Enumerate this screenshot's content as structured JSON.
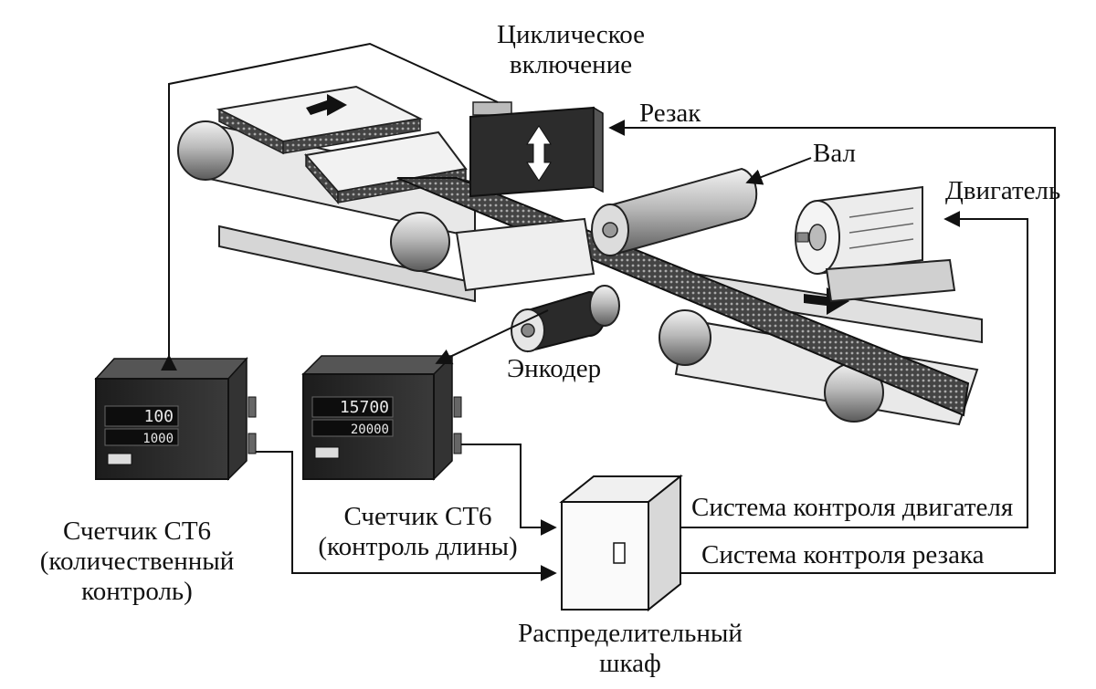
{
  "labels": {
    "cyclic_line1": "Циклическое",
    "cyclic_line2": "включение",
    "cutter": "Резак",
    "shaft": "Вал",
    "motor": "Двигатель",
    "encoder": "Энкодер",
    "counter_qty_line1": "Счетчик CT6",
    "counter_qty_line2": "(количественный",
    "counter_qty_line3": "контроль)",
    "counter_len_line1": "Счетчик CT6",
    "counter_len_line2": "(контроль длины)",
    "cabinet_line1": "Распределительный",
    "cabinet_line2": "шкаф",
    "motor_control": "Система контроля двигателя",
    "cutter_control": "Система контроля резака"
  },
  "devices": {
    "qty_display_top": "100",
    "qty_display_bottom": "1000",
    "len_display_top": "15700",
    "len_display_bottom": "20000"
  }
}
